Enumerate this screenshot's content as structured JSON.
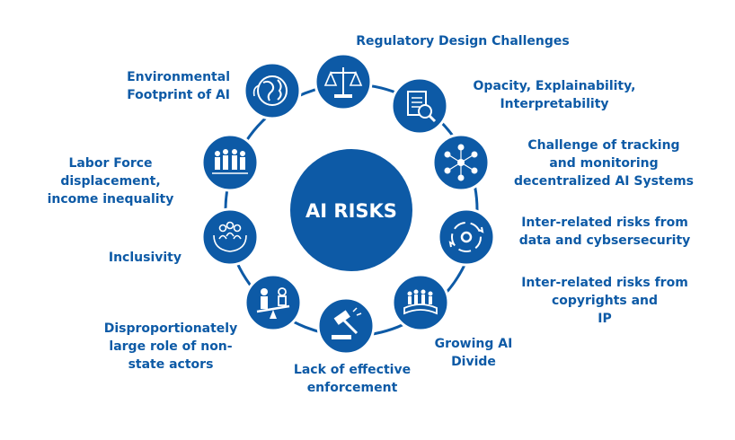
{
  "accent": "#0d5aa6",
  "center": {
    "title": "AI RISKS"
  },
  "nodes": [
    {
      "icon": "scales-icon",
      "lines": [
        "Regulatory Design Challenges"
      ]
    },
    {
      "icon": "document-magnifier-icon",
      "lines": [
        "Opacity, Explainability,",
        "Interpretability"
      ]
    },
    {
      "icon": "network-people-icon",
      "lines": [
        "Challenge of tracking",
        "and monitoring",
        "decentralized AI Systems"
      ]
    },
    {
      "icon": "gear-cycle-icon",
      "lines": [
        "Inter-related risks from",
        "data and cybsersecurity"
      ]
    },
    {
      "icon": "bar-chart-people-icon",
      "lines": [
        "Inter-related risks from",
        "copyrights and",
        "IP"
      ]
    },
    {
      "icon": "growing-divide-icon",
      "lines": [
        "Growing AI",
        "Divide"
      ]
    },
    {
      "icon": "gavel-icon",
      "lines": [
        "Lack of effective",
        "enforcement"
      ]
    },
    {
      "icon": "seesaw-people-icon",
      "lines": [
        "Disproportionately",
        "large role of non-",
        "state actors"
      ]
    },
    {
      "icon": "hands-people-icon",
      "lines": [
        "Inclusivity"
      ]
    },
    {
      "icon": "workforce-icon",
      "lines": [
        "Labor Force",
        "displacement,",
        "income inequality"
      ]
    },
    {
      "icon": "globe-icon",
      "lines": [
        "Environmental",
        "Footprint of AI"
      ]
    }
  ]
}
